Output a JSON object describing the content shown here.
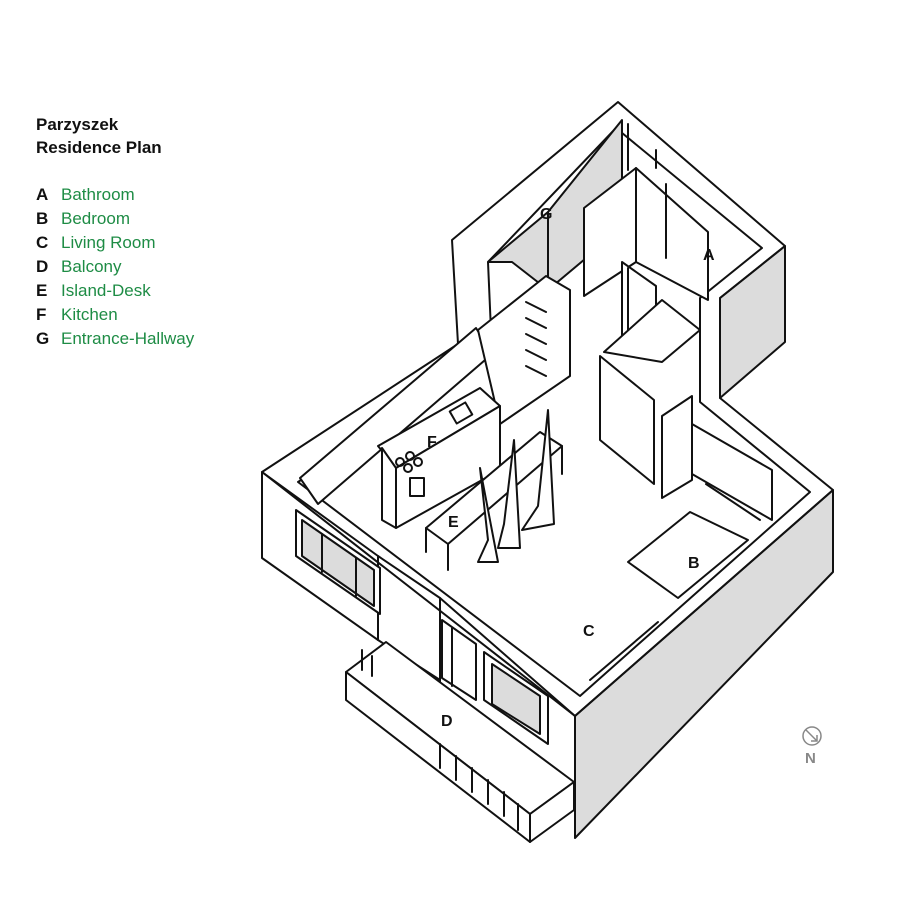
{
  "title": {
    "line1": "Parzyszek",
    "line2": "Residence Plan"
  },
  "legend": [
    {
      "letter": "A",
      "name": "Bathroom"
    },
    {
      "letter": "B",
      "name": "Bedroom"
    },
    {
      "letter": "C",
      "name": "Living Room"
    },
    {
      "letter": "D",
      "name": "Balcony"
    },
    {
      "letter": "E",
      "name": "Island-Desk"
    },
    {
      "letter": "F",
      "name": "Kitchen"
    },
    {
      "letter": "G",
      "name": "Entrance-Hallway"
    }
  ],
  "compass": {
    "label": "N"
  },
  "colors": {
    "legend_text": "#1e8c45",
    "ink": "#111111",
    "wall_shade": "#dcdcdc",
    "compass": "#888888"
  }
}
